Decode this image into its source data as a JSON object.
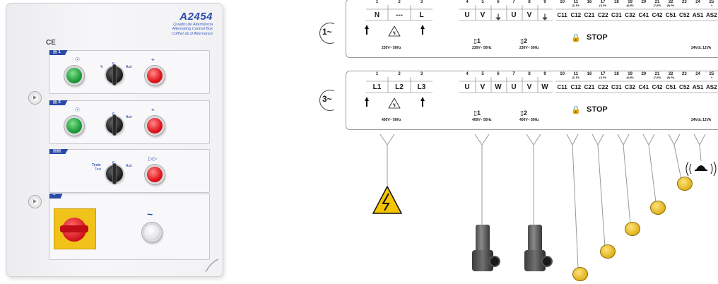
{
  "panel": {
    "model": "A2454",
    "subtitle_lines": [
      "Quadro de Alternância",
      "Alternating Control Box",
      "Coffret de D'Alternance"
    ],
    "ce_mark": "CE",
    "sections": [
      {
        "tab": "1",
        "auto_label": "Aut"
      },
      {
        "tab": "2",
        "auto_label": "Aut"
      },
      {
        "tab": "",
        "test_label": "Teste",
        "test_sub": "Test",
        "auto_label": "Aut"
      },
      {
        "tab": "~",
        "tilde": "~"
      }
    ]
  },
  "diagram": {
    "mode_single": "1~",
    "mode_three": "3~",
    "power_single": [
      "N",
      "---",
      "L"
    ],
    "power_three": [
      "L1",
      "L2",
      "L3"
    ],
    "power_numbers": [
      "1",
      "2",
      "3"
    ],
    "power_single_spec": "230V~ 50Hz",
    "power_three_spec": "400V~ 50Hz",
    "pump_numbers": [
      "4",
      "5",
      "6",
      "7",
      "8",
      "9"
    ],
    "pump_single_labels": [
      "U",
      "V",
      "⏚",
      "U",
      "V",
      "⏚"
    ],
    "pump_three_labels": [
      "U",
      "V",
      "W",
      "U",
      "V",
      "W"
    ],
    "pump1_id": "1",
    "pump2_id": "2",
    "pump_single_spec": "230V~ 50Hz",
    "pump_three_spec": "400V~ 50Hz",
    "sensor_numbers": [
      "10",
      "11",
      "16",
      "17",
      "18",
      "19",
      "20",
      "21",
      "22",
      "23",
      "24",
      "25"
    ],
    "sensor_numbers_sub": [
      "",
      "(1) RA",
      "",
      "(1) RA",
      "",
      "(6) RA",
      "",
      "(7) RA",
      "(8) RA",
      "",
      "-",
      "+"
    ],
    "sensor_labels": [
      "C11",
      "C12",
      "C21",
      "C22",
      "C31",
      "C32",
      "C41",
      "C42",
      "C51",
      "C52",
      "AS1",
      "AS2"
    ],
    "stop_label": "STOP",
    "alarm_spec": "24Vdc 12VA"
  }
}
